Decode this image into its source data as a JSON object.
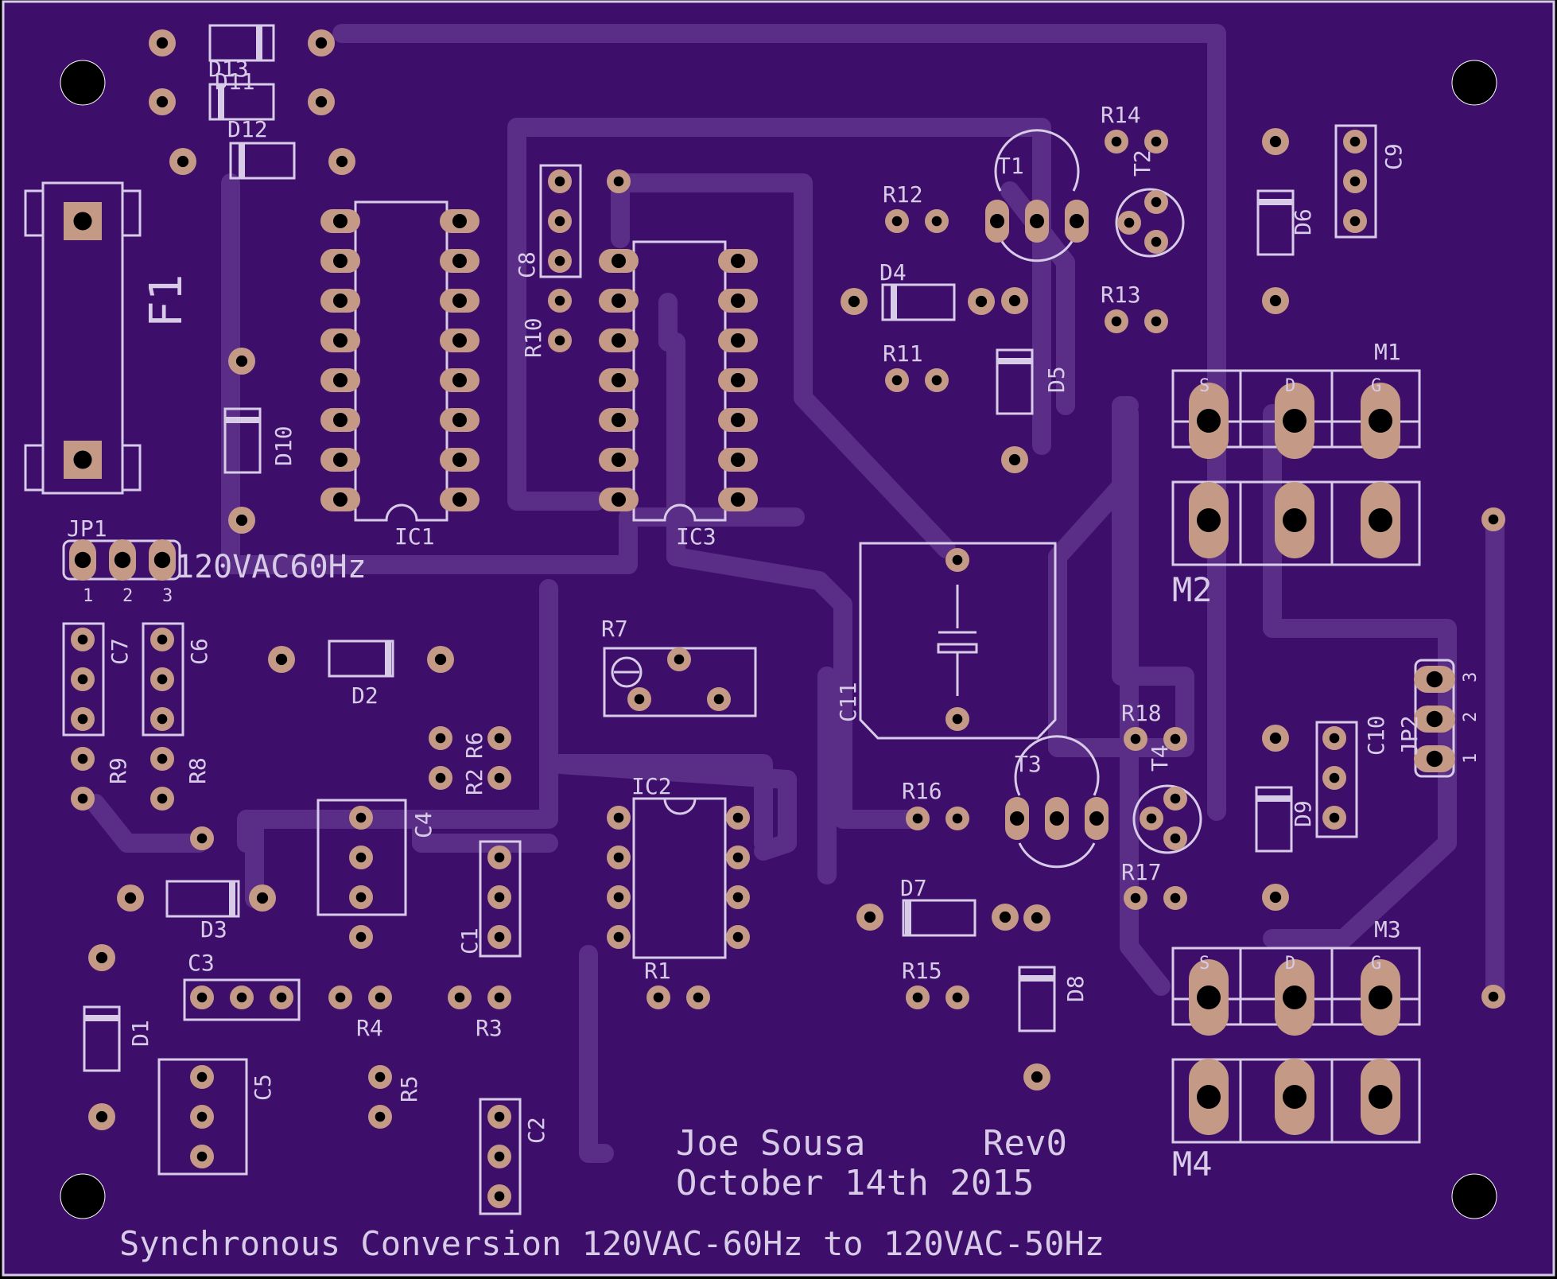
{
  "colors": {
    "board": "#3d0f6b",
    "board_edge": "#d8cbe8",
    "trace": "#5a2e86",
    "copper": "#c49a86",
    "silk": "#d8cbe8",
    "hole": "#000000"
  },
  "labels": {
    "author": "Joe Sousa",
    "rev": "Rev0",
    "date": "October 14th 2015",
    "title": "Synchronous Conversion 120VAC-60Hz to 120VAC-50Hz",
    "jp1_label": "120VAC60Hz",
    "jp1_pins": [
      "1",
      "2",
      "3"
    ],
    "jp2_pins": [
      "1",
      "2",
      "3"
    ],
    "mosfet_pins": [
      "S",
      "D",
      "G"
    ]
  },
  "components": [
    {
      "ref": "D13"
    },
    {
      "ref": "D11"
    },
    {
      "ref": "D12"
    },
    {
      "ref": "F1"
    },
    {
      "ref": "D10"
    },
    {
      "ref": "JP1"
    },
    {
      "ref": "IC1"
    },
    {
      "ref": "C8"
    },
    {
      "ref": "R10"
    },
    {
      "ref": "IC3"
    },
    {
      "ref": "R12"
    },
    {
      "ref": "T1"
    },
    {
      "ref": "R14"
    },
    {
      "ref": "T2"
    },
    {
      "ref": "D6"
    },
    {
      "ref": "C9"
    },
    {
      "ref": "D4"
    },
    {
      "ref": "R13"
    },
    {
      "ref": "R11"
    },
    {
      "ref": "D5"
    },
    {
      "ref": "M1"
    },
    {
      "ref": "M2"
    },
    {
      "ref": "C7"
    },
    {
      "ref": "C6"
    },
    {
      "ref": "D2"
    },
    {
      "ref": "R7"
    },
    {
      "ref": "C11"
    },
    {
      "ref": "R9"
    },
    {
      "ref": "R8"
    },
    {
      "ref": "R2"
    },
    {
      "ref": "R6"
    },
    {
      "ref": "IC2"
    },
    {
      "ref": "C4"
    },
    {
      "ref": "R16"
    },
    {
      "ref": "T3"
    },
    {
      "ref": "R18"
    },
    {
      "ref": "T4"
    },
    {
      "ref": "D9"
    },
    {
      "ref": "C10"
    },
    {
      "ref": "JP2"
    },
    {
      "ref": "D3"
    },
    {
      "ref": "C1"
    },
    {
      "ref": "D7"
    },
    {
      "ref": "R17"
    },
    {
      "ref": "C3"
    },
    {
      "ref": "R4"
    },
    {
      "ref": "R3"
    },
    {
      "ref": "R1"
    },
    {
      "ref": "R15"
    },
    {
      "ref": "D8"
    },
    {
      "ref": "M3"
    },
    {
      "ref": "D1"
    },
    {
      "ref": "C5"
    },
    {
      "ref": "R5"
    },
    {
      "ref": "C2"
    },
    {
      "ref": "M4"
    }
  ]
}
